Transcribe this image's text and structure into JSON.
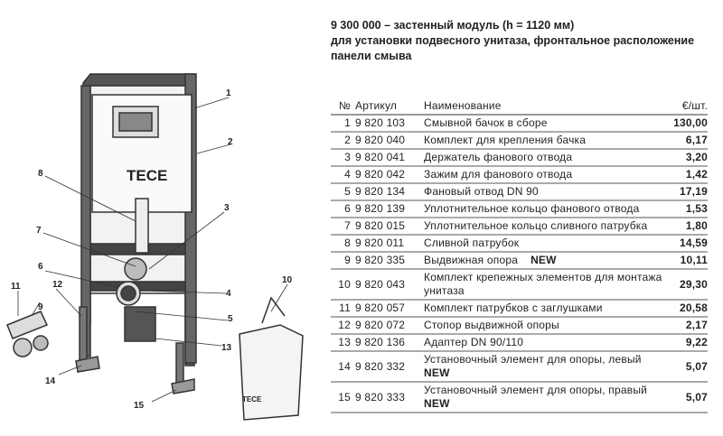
{
  "title": {
    "line1": "9 300 000 – застенный модуль (h = 1120 мм)",
    "line2": "для установки подвесного унитаза, фронтальное расположение панели смыва"
  },
  "table": {
    "headers": {
      "no": "№",
      "article": "Артикул",
      "name": "Наименование",
      "price": "€/шт."
    },
    "new_label": "NEW",
    "rows": [
      {
        "no": "1",
        "article": "9 820 103",
        "name": "Смывной бачок в сборе",
        "price": "130,00"
      },
      {
        "no": "2",
        "article": "9 820 040",
        "name": "Комплект для крепления бачка",
        "price": "6,17"
      },
      {
        "no": "3",
        "article": "9 820 041",
        "name": "Держатель фанового отвода",
        "price": "3,20"
      },
      {
        "no": "4",
        "article": "9 820 042",
        "name": "Зажим для фанового отвода",
        "price": "1,42"
      },
      {
        "no": "5",
        "article": "9 820 134",
        "name": "Фановый отвод DN 90",
        "price": "17,19"
      },
      {
        "no": "6",
        "article": "9 820 139",
        "name": "Уплотнительное кольцо фанового отвода",
        "price": "1,53"
      },
      {
        "no": "7",
        "article": "9 820 015",
        "name": "Уплотнительное кольцо сливного патрубка",
        "price": "1,80"
      },
      {
        "no": "8",
        "article": "9 820 011",
        "name": "Сливной патрубок",
        "price": "14,59"
      },
      {
        "no": "9",
        "article": "9 820 335",
        "name": "Выдвижная опора",
        "price": "10,11",
        "new": true
      },
      {
        "no": "10",
        "article": "9 820 043",
        "name": "Комплект крепежных элементов для монтажа унитаза",
        "price": "29,30"
      },
      {
        "no": "11",
        "article": "9 820 057",
        "name": "Комплект патрубков с заглушками",
        "price": "20,58"
      },
      {
        "no": "12",
        "article": "9 820 072",
        "name": "Стопор выдвижной опоры",
        "price": "2,17"
      },
      {
        "no": "13",
        "article": "9 820 136",
        "name": "Адаптер DN 90/110",
        "price": "9,22"
      },
      {
        "no": "14",
        "article": "9 820 332",
        "name": "Установочный элемент для опоры, левый",
        "price": "5,07",
        "new_below": true
      },
      {
        "no": "15",
        "article": "9 820 333",
        "name": "Установочный элемент для опоры, правый",
        "price": "5,07",
        "new_below": true
      }
    ]
  },
  "drawing": {
    "logo": "TECE",
    "callouts": [
      "1",
      "2",
      "3",
      "4",
      "5",
      "6",
      "7",
      "8",
      "9",
      "10",
      "11",
      "12",
      "13",
      "14",
      "15"
    ]
  }
}
